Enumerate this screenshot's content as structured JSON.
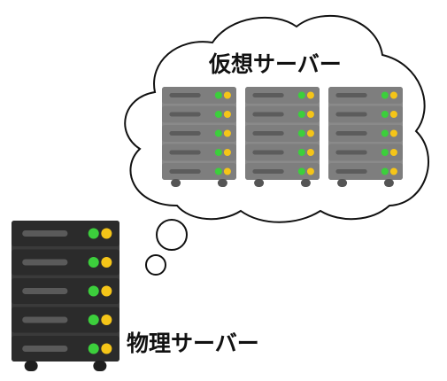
{
  "labels": {
    "virtual_server": "仮想サーバー",
    "physical_server": "物理サーバー"
  },
  "icons": {
    "thought_cloud": "thought-cloud",
    "virtual_server": "server-rack-icon",
    "physical_server": "server-rack-icon"
  },
  "colors": {
    "physical_body": "#3a3a3a",
    "physical_unit": "#2b2b2b",
    "physical_slot": "#5a5a5a",
    "virtual_body": "#8a8a8a",
    "virtual_unit": "#7e7e7e",
    "virtual_slot": "#5c5c5c",
    "led_green": "#3ccf3c",
    "led_yellow": "#f5c518",
    "cloud_outline": "#111111",
    "cloud_fill": "#ffffff"
  },
  "diagram": {
    "virtual_server_count": 3,
    "units_per_server": 5
  }
}
